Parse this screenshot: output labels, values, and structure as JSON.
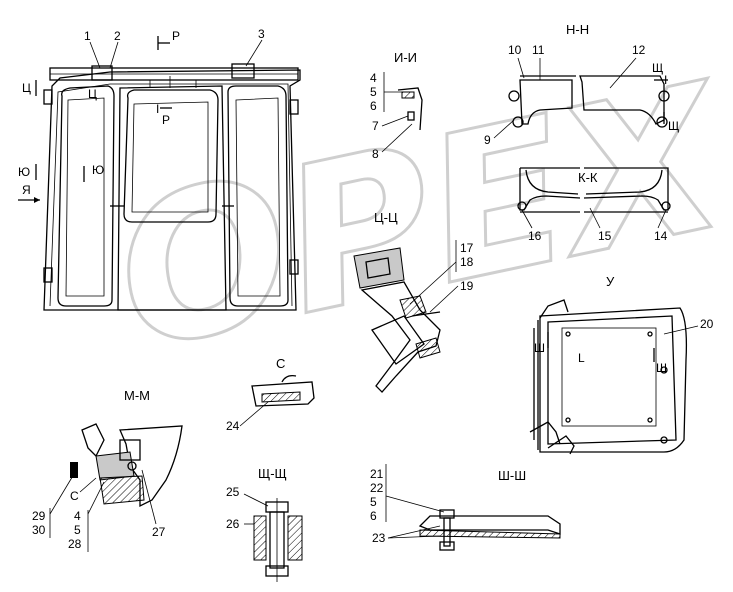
{
  "watermark": {
    "text": "OPEX"
  },
  "sections": {
    "ii": "И-И",
    "nn": "Н-Н",
    "kk": "К-К",
    "tsts": "Ц-Ц",
    "u": "У",
    "mm": "М-М",
    "c": "С",
    "shch": "Щ-Щ",
    "shsh": "Ш-Ш"
  },
  "cut_marks": {
    "p_top": "Р",
    "p_center": "Р",
    "ts": "Ц",
    "ts_under": "Ц",
    "yu_left": "Ю",
    "yu_right": "Ю",
    "ya": "Я",
    "shch_1": "Щ",
    "shch_2": "Щ",
    "sh_1": "Ш",
    "sh_2": "Ш",
    "l": "L",
    "i_nn": "I",
    "i_p": "I"
  },
  "callouts": {
    "n1": "1",
    "n2": "2",
    "n3": "3",
    "n4": "4",
    "n5": "5",
    "n6": "6",
    "n7": "7",
    "n8": "8",
    "n9": "9",
    "n10": "10",
    "n11": "11",
    "n12": "12",
    "n14": "14",
    "n15": "15",
    "n16": "16",
    "n17": "17",
    "n18": "18",
    "n19": "19",
    "n20": "20",
    "n21": "21",
    "n22": "22",
    "n23": "23",
    "n24": "24",
    "n25": "25",
    "n26": "26",
    "n27": "27",
    "n28": "28",
    "n29": "29",
    "n30": "30",
    "mm_c": "С",
    "mm_4": "4",
    "mm_5": "5",
    "shsh_5": "5",
    "shsh_6": "6"
  }
}
